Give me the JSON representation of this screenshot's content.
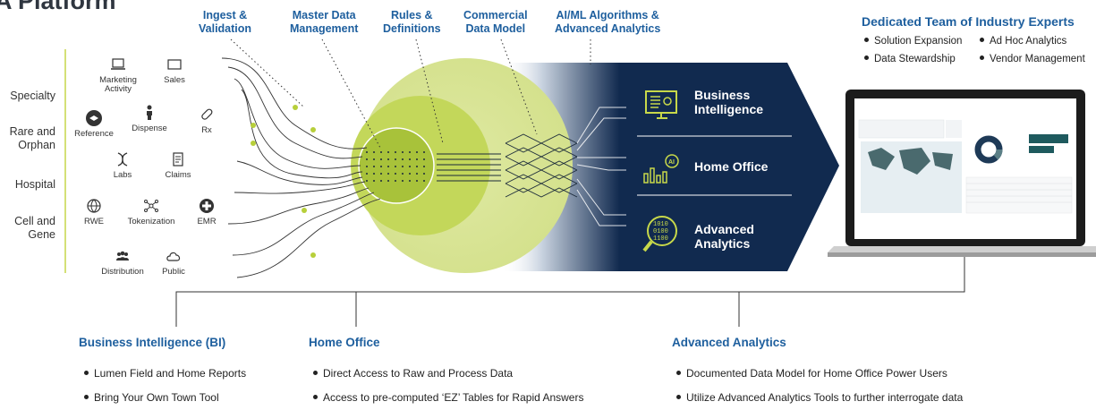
{
  "title": "A Platform",
  "stages": [
    "Ingest &\nValidation",
    "Master Data\nManagement",
    "Rules &\nDefinitions",
    "Commercial\nData Model",
    "AI/ML Algorithms &\nAdvanced Analytics"
  ],
  "segments": [
    "Specialty",
    "Rare and\nOrphan",
    "Hospital",
    "Cell and\nGene"
  ],
  "sources": {
    "marketing": "Marketing\nActivity",
    "sales": "Sales",
    "reference": "Reference",
    "dispense": "Dispense",
    "rx": "Rx",
    "labs": "Labs",
    "claims": "Claims",
    "rwe": "RWE",
    "tokenization": "Tokenization",
    "emr": "EMR",
    "distribution": "Distribution",
    "public": "Public"
  },
  "outputs": {
    "bi": "Business\nIntelligence",
    "home": "Home Office",
    "adv": "Advanced\nAnalytics"
  },
  "team": {
    "title": "Dedicated Team of Industry Experts",
    "items": [
      "Solution Expansion",
      "Ad Hoc Analytics",
      "Data Stewardship",
      "Vendor Management"
    ]
  },
  "bottom": {
    "bi": {
      "title": "Business Intelligence (BI)",
      "items": [
        "Lumen Field and Home Reports",
        "Bring Your Own Town Tool"
      ]
    },
    "home": {
      "title": "Home Office",
      "items": [
        "Direct Access to Raw and Process Data",
        "Access to pre-computed ‘EZ’ Tables for Rapid Answers"
      ]
    },
    "adv": {
      "title": "Advanced Analytics",
      "items": [
        "Documented Data Model for Home Office Power Users",
        "Utilize Advanced Analytics Tools to further interrogate data"
      ]
    }
  },
  "colors": {
    "navy": "#112a4f",
    "blue_text": "#1e5f9e",
    "lime": "#b7cf3a",
    "lime_light": "#e6eeb4"
  }
}
